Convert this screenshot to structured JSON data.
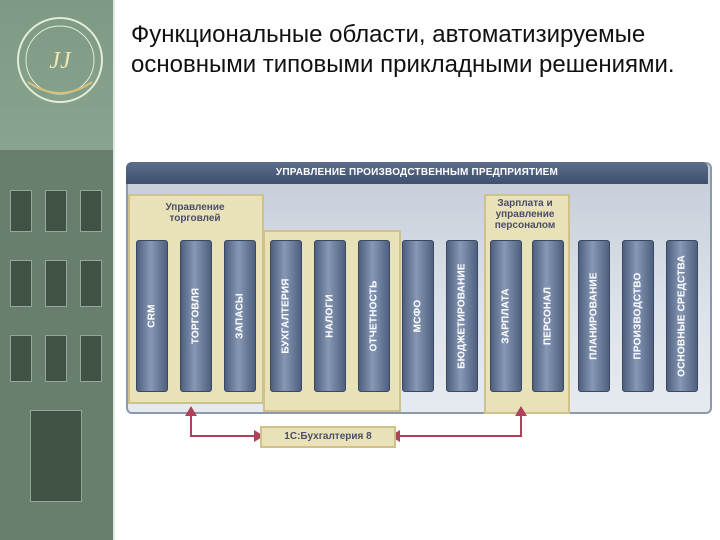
{
  "slide": {
    "title": "Функциональные области, автоматизируемые основными типовыми прикладными решениями."
  },
  "diagram": {
    "header": "УПРАВЛЕНИЕ ПРОИЗВОДСТВЕННЫМ ПРЕДПРИЯТИЕМ",
    "groups": {
      "trade": "Управление торговлей",
      "hr": "Зарплата и управление персоналом"
    },
    "columns": [
      "CRM",
      "ТОРГОВЛЯ",
      "ЗАПАСЫ",
      "БУХГАЛТЕРИЯ",
      "НАЛОГИ",
      "ОТЧЕТНОСТЬ",
      "МСФО",
      "БЮДЖЕТИРОВАНИЕ",
      "ЗАРПЛАТА",
      "ПЕРСОНАЛ",
      "ПЛАНИРОВАНИЕ",
      "ПРОИЗВОДСТВО",
      "ОСНОВНЫЕ СРЕДСТВА"
    ],
    "bottom_box": "1С:Бухгалтерия 8"
  },
  "colors": {
    "header": "#3f4f6e",
    "column": "#5b6b8c",
    "group_fill": "#e9e2b8",
    "arrow": "#b0415a",
    "left_panel": "#7e9a84"
  },
  "icons": [
    "emblem-icon"
  ]
}
